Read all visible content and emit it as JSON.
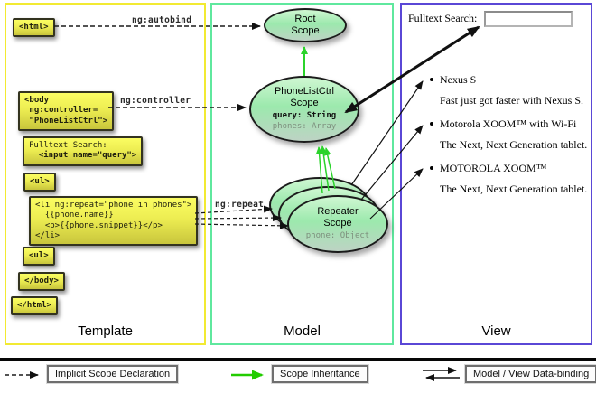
{
  "columns": {
    "template": {
      "label": "Template"
    },
    "model": {
      "label": "Model"
    },
    "view": {
      "label": "View"
    }
  },
  "template_code": {
    "html_open": "<html>",
    "body_open": "<body\n ng:controller=\n \"PhoneListCtrl\">",
    "fulltext_label": "Fulltext Search:",
    "fulltext_input": "  <input name=\"query\">",
    "ul_open": "<ul>",
    "li_repeat": "<li ng:repeat=\"phone in phones\">\n  {{phone.name}}\n  <p>{{phone.snippet}}</p>\n</li>",
    "ul_close": "<ul>",
    "body_close": "</body>",
    "html_close": "</html>"
  },
  "directives": {
    "autobind": "ng:autobind",
    "controller": "ng:controller",
    "repeat": "ng:repeat"
  },
  "model_scopes": {
    "root": {
      "line1": "Root",
      "line2": "Scope"
    },
    "phonelist": {
      "line1": "PhoneListCtrl",
      "line2": "Scope",
      "prop1": "query: String",
      "prop2": "phones: Array"
    },
    "repeater": {
      "line1": "Repeater",
      "line2": "Scope",
      "prop1": "phone: Object"
    }
  },
  "view": {
    "search_label": "Fulltext Search:",
    "search_value": "",
    "items": [
      {
        "name": "Nexus S",
        "snippet": "Fast just got faster with Nexus S."
      },
      {
        "name": "Motorola XOOM™ with Wi-Fi",
        "snippet": "The Next, Next Generation tablet."
      },
      {
        "name": "MOTOROLA XOOM™",
        "snippet": "The Next, Next Generation tablet."
      }
    ]
  },
  "legend": {
    "implicit": "Implicit Scope Declaration",
    "inheritance": "Scope Inheritance",
    "databinding": "Model / View Data-binding"
  },
  "colors": {
    "template_border": "#f2ea32",
    "model_border": "#5fe89e",
    "view_border": "#5a47d6",
    "code_box_top": "#fbfd62",
    "code_box_bottom": "#c8c53c",
    "scope_fill_top": "#cff7d2",
    "scope_fill_bottom": "#bdd3c4",
    "inheritance_green": "#2bd32b",
    "arrow_black": "#111111"
  }
}
